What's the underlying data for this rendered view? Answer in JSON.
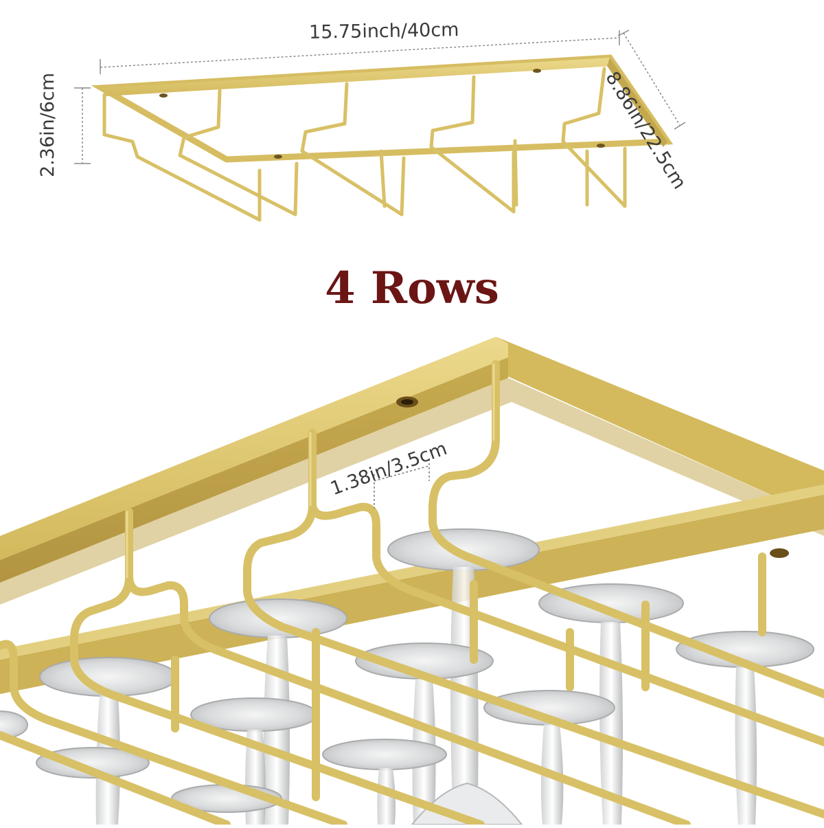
{
  "heading": {
    "text": "4 Rows",
    "color": "#6b1515"
  },
  "dimensions": {
    "width": "15.75inch/40cm",
    "depth": "8.86in/22.5cm",
    "height": "2.36in/6cm",
    "spacing": "1.38in/3.5cm"
  },
  "colors": {
    "frame_gold": "#d8c066",
    "frame_gold_light": "#ead889",
    "frame_gold_dark": "#a88c35",
    "frame_face": "#c9ae52",
    "glass": "#dfe1e2",
    "dim_line": "#8a8a8a"
  }
}
